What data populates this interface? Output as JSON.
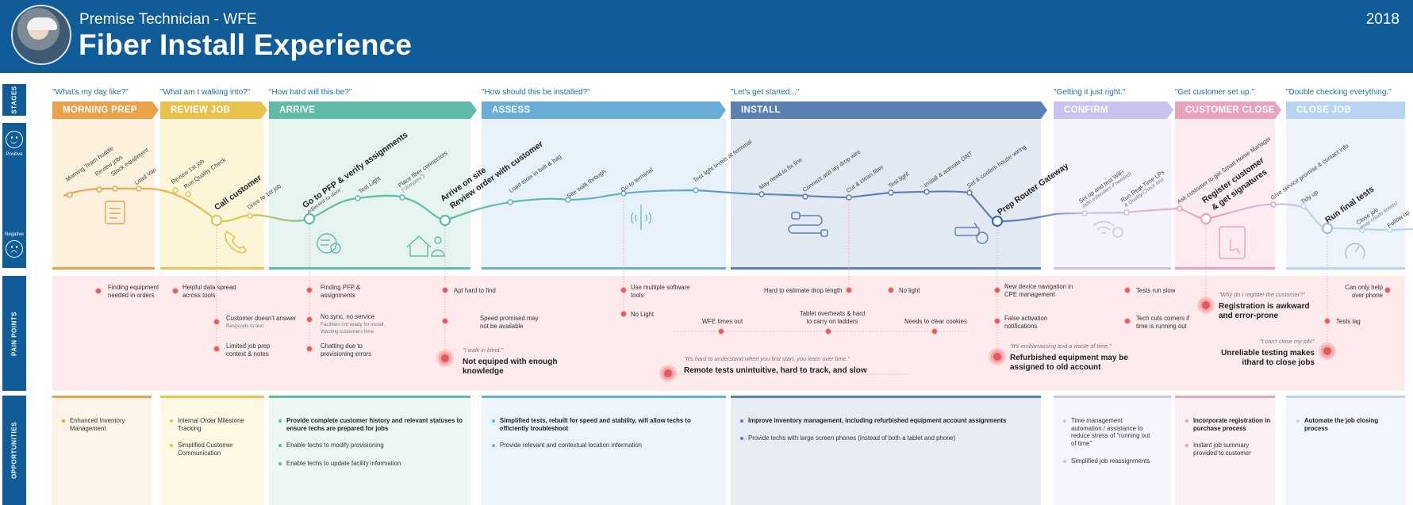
{
  "header": {
    "subtitle": "Premise Technician - WFE",
    "title": "Fiber Install Experience",
    "year": "2018"
  },
  "sidebar": {
    "stages": "STAGES",
    "positive": "Positive",
    "negative": "Negative",
    "pain_points": "PAIN POINTS",
    "opportunities": "OPPORTUNITIES"
  },
  "stages": [
    {
      "name": "MORNING PREP",
      "question": "\"What's my day like?\"",
      "color": "#e9a249"
    },
    {
      "name": "REVIEW JOB",
      "question": "\"What am I walking into?\"",
      "color": "#e8c24c"
    },
    {
      "name": "ARRIVE",
      "question": "\"How hard will this be?\"",
      "color": "#5fbba8"
    },
    {
      "name": "ASSESS",
      "question": "\"How should this be installed?\"",
      "color": "#6aaed8"
    },
    {
      "name": "INSTALL",
      "question": "\"Let's get started...\"",
      "color": "#5b81b4"
    },
    {
      "name": "CONFIRM",
      "question": "\"Getting it just right.\"",
      "color": "#c9c3ef"
    },
    {
      "name": "CUSTOMER CLOSE",
      "question": "\"Get customer set up.\"",
      "color": "#eba3bd"
    },
    {
      "name": "CLOSE JOB",
      "question": "\"Double checking everything.\"",
      "color": "#b9d3f2"
    }
  ],
  "steps": [
    {
      "text": "Morning Team huddle"
    },
    {
      "text": "Review jobs"
    },
    {
      "text": "Stock equipment"
    },
    {
      "text": "Load Van"
    },
    {
      "text": "Review 1st job"
    },
    {
      "text": "Run Quality Check"
    },
    {
      "text": "Call customer"
    },
    {
      "text": "Drive to 1st job"
    },
    {
      "text": "Go to PFP & verify assignments",
      "sub": "adjacent to door"
    },
    {
      "text": "Test Light"
    },
    {
      "text": "Place fiber connectors",
      "sub": "(\"Jumpers\")"
    },
    {
      "text": "Arrive on site"
    },
    {
      "text": "Review order with customer"
    },
    {
      "text": "Load tools in belt & bag"
    },
    {
      "text": "Site walk through"
    },
    {
      "text": "Go to terminal"
    },
    {
      "text": "Test light levels at terminal"
    },
    {
      "text": "May need to fix line"
    },
    {
      "text": "Connect and lay drop wire"
    },
    {
      "text": "Cut & clean fiber"
    },
    {
      "text": "Test light"
    },
    {
      "text": "Install & activate ONT"
    },
    {
      "text": "Set & confirm house wiring"
    },
    {
      "text": "Prep Router Gateway"
    },
    {
      "text": "Set up and test WiFi",
      "sub": "(add extenders if needed)"
    },
    {
      "text": "Run Real-Time LPs",
      "sub": "& Quality Check test"
    },
    {
      "text": "Ask customer to get Smart Home Manager"
    },
    {
      "text": "Register customer"
    },
    {
      "text": "& get signatures"
    },
    {
      "text": "Give service promise & contact info"
    },
    {
      "text": "Tidy up"
    },
    {
      "text": "Run final tests"
    },
    {
      "text": "Close job",
      "sub": "(may create tickets)"
    },
    {
      "text": "Follow up"
    }
  ],
  "pain_points": [
    {
      "text": "Finding equipment needed in orders"
    },
    {
      "text": "Helpful data spread across tools"
    },
    {
      "text": "Customer doesn't answer",
      "sub": "Responds to text"
    },
    {
      "text": "Limited job prep context & notes"
    },
    {
      "text": "Finding PFP & assignments"
    },
    {
      "text": "No sync, no service",
      "sub": "Facilities not ready for install. Wasting customers time."
    },
    {
      "text": "Chatting due to provisioning errors"
    },
    {
      "text": "Apt hard to find"
    },
    {
      "text": "Speed promised may not be available"
    },
    {
      "text": "Not equiped with enough knowledge",
      "quote": "\"I walk in blind.\""
    },
    {
      "text": "Use multiple software tools"
    },
    {
      "text": "No Light"
    },
    {
      "text": "WFE times out"
    },
    {
      "text": "Hard to estimate drop length"
    },
    {
      "text": "Tablet overheats & hard to carry on ladders"
    },
    {
      "text": "No light"
    },
    {
      "text": "Needs to clear cookies"
    },
    {
      "text": "Remote tests unintuitive, hard to track, and slow",
      "quote": "\"It's hard to understand when you first start, you learn over time.\""
    },
    {
      "text": "New device navigation in CPE management"
    },
    {
      "text": "False activation notifications"
    },
    {
      "text": "Refurbished equipment may be assigned to old account",
      "quote": "\"It's embarrassing and a waste of time.\""
    },
    {
      "text": "Tests run slow"
    },
    {
      "text": "Tech cuts corners if time is running out"
    },
    {
      "text": "Registration is awkward and error-prone",
      "quote": "\"Why do I register the customer?\""
    },
    {
      "text": "Can only help over phone"
    },
    {
      "text": "Tests lag"
    },
    {
      "text": "Unreliable testing makes ithard to close jobs",
      "quote": "\"I can't close my job!\""
    }
  ],
  "opportunities": [
    {
      "text": "Enhanced Inventory Management"
    },
    {
      "text": "Internal Order Milestone Tracking"
    },
    {
      "text": "Simplified Customer Communication"
    },
    {
      "text": "Provide complete customer history and relevant statuses to ensure techs are prepared for jobs"
    },
    {
      "text": "Enable techs to modify provisioning"
    },
    {
      "text": "Enable techs to update facility information"
    },
    {
      "text": "Simplified tests, rebuilt for speed and stability, will allow techs to efficiently troubleshoot"
    },
    {
      "text": "Provide relevant and contextual location information"
    },
    {
      "text": "Improve inventory management, including refurbished equipment account assignments"
    },
    {
      "text": "Provide techs with large screen phones (instead of both a tablet and phone)"
    },
    {
      "text": "Time management automation / assistance to reduce stress of \"running out of time\""
    },
    {
      "text": "Simplified job reassignments"
    },
    {
      "text": "Incorporate registration in purchase process"
    },
    {
      "text": "Instant job summary provided to customer"
    },
    {
      "text": "Automate the job closing process"
    }
  ],
  "icons": [
    "clipboard-icon",
    "phone-icon",
    "fiber-connector-icon",
    "home-user-icon",
    "antenna-icon",
    "cable-icon",
    "router-icon",
    "wifi-icon",
    "tablet-touch-icon",
    "speedometer-icon"
  ]
}
